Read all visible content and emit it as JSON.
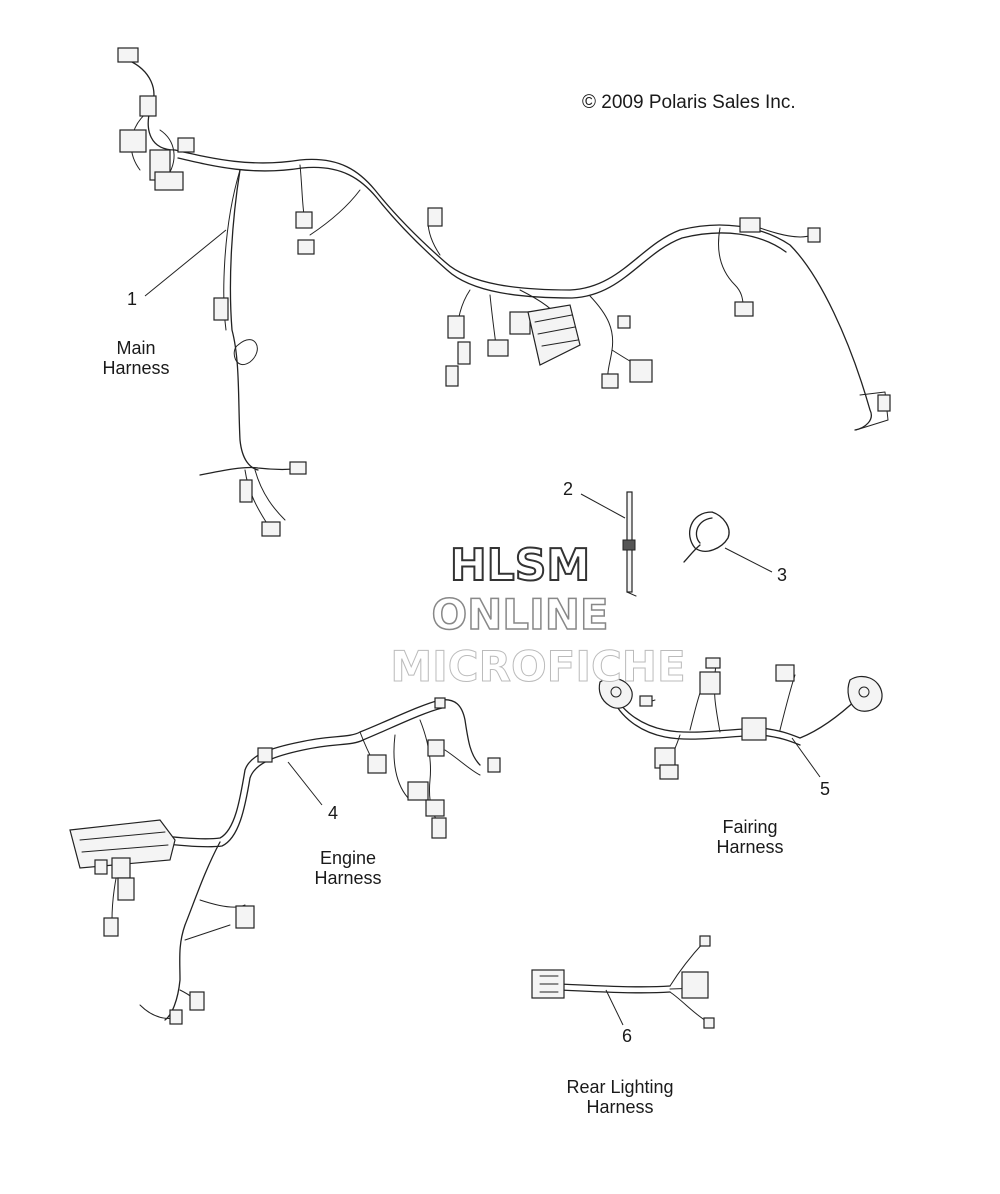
{
  "copyright": "© 2009 Polaris Sales Inc.",
  "watermark": {
    "line1": "HLSM",
    "line2": "ONLINE",
    "line3": "MICROFICHE"
  },
  "callouts": [
    {
      "number": "1",
      "label_line1": "Main",
      "label_line2": "Harness"
    },
    {
      "number": "2"
    },
    {
      "number": "3"
    },
    {
      "number": "4",
      "label_line1": "Engine",
      "label_line2": "Harness"
    },
    {
      "number": "5",
      "label_line1": "Fairing",
      "label_line2": "Harness"
    },
    {
      "number": "6",
      "label_line1": "Rear Lighting",
      "label_line2": "Harness"
    }
  ]
}
